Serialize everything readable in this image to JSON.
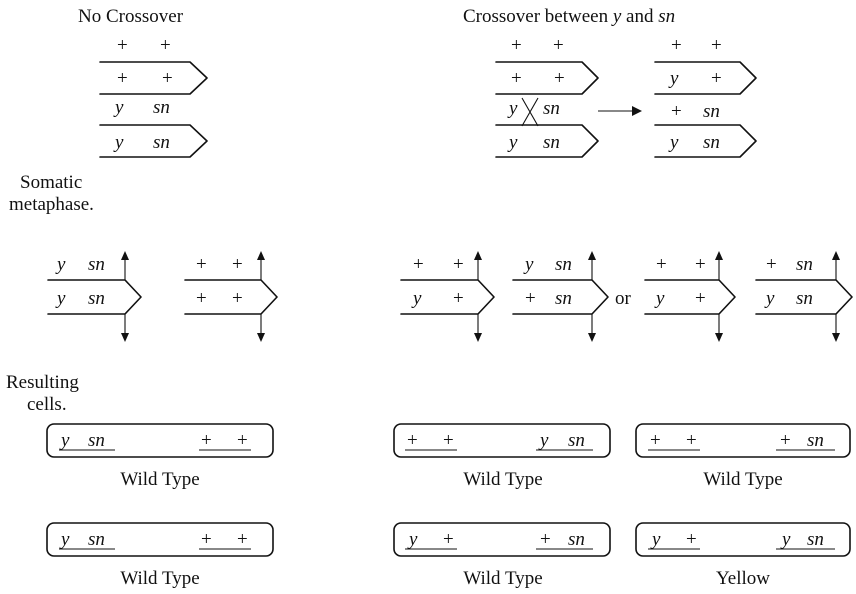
{
  "headings": {
    "no_crossover": "No Crossover",
    "crossover": "Crossover between y and sn",
    "crossover_parts": {
      "prefix": "Crossover between ",
      "a": "y",
      "mid": " and ",
      "b": "sn"
    },
    "somatic": [
      "Somatic",
      "metaphase."
    ],
    "resulting": [
      "Resulting",
      "cells."
    ],
    "or": "or"
  },
  "genes": {
    "plus": "+",
    "y": "y",
    "sn": "sn"
  },
  "phenotypes": {
    "no_crossover_top": "Wild Type",
    "no_crossover_bottom": "Wild Type",
    "crossover_a_top": "Wild Type",
    "crossover_a_bottom": "Wild Type",
    "crossover_b_top": "Wild Type",
    "crossover_b_bottom": "Yellow"
  }
}
